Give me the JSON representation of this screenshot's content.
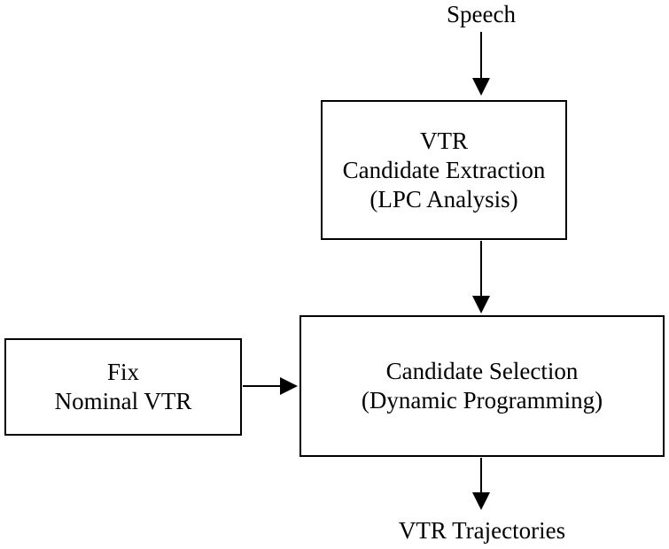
{
  "input_label": "Speech",
  "output_label": "VTR Trajectories",
  "boxes": {
    "extraction": {
      "line1": "VTR",
      "line2": "Candidate Extraction",
      "line3": "(LPC Analysis)"
    },
    "selection": {
      "line1": "Candidate Selection",
      "line2": "(Dynamic Programming)"
    },
    "fix": {
      "line1": "Fix",
      "line2": "Nominal VTR"
    }
  },
  "colors": {
    "stroke": "#000000",
    "background": "#ffffff"
  }
}
